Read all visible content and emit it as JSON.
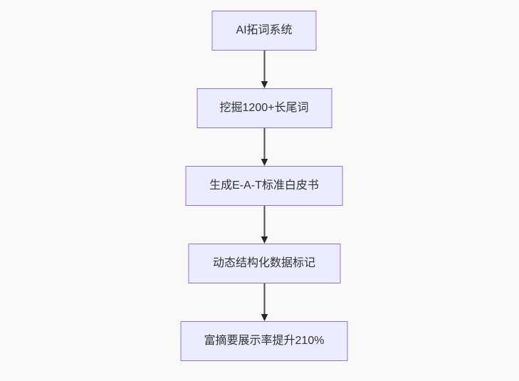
{
  "flowchart": {
    "type": "vertical-flow",
    "background_color": "#f9f9f9",
    "node_fill_color": "#ECECFF",
    "node_border_color": "#9370DB",
    "node_text_color": "#333333",
    "arrow_line_color": "#4e4e4e",
    "arrow_head_color": "#262626",
    "nodes": [
      {
        "label": "AI拓词系统"
      },
      {
        "label": "挖掘1200+长尾词"
      },
      {
        "label": "生成E-A-T标准白皮书"
      },
      {
        "label": "动态结构化数据标记"
      },
      {
        "label": "富摘要展示率提升210%"
      }
    ]
  }
}
